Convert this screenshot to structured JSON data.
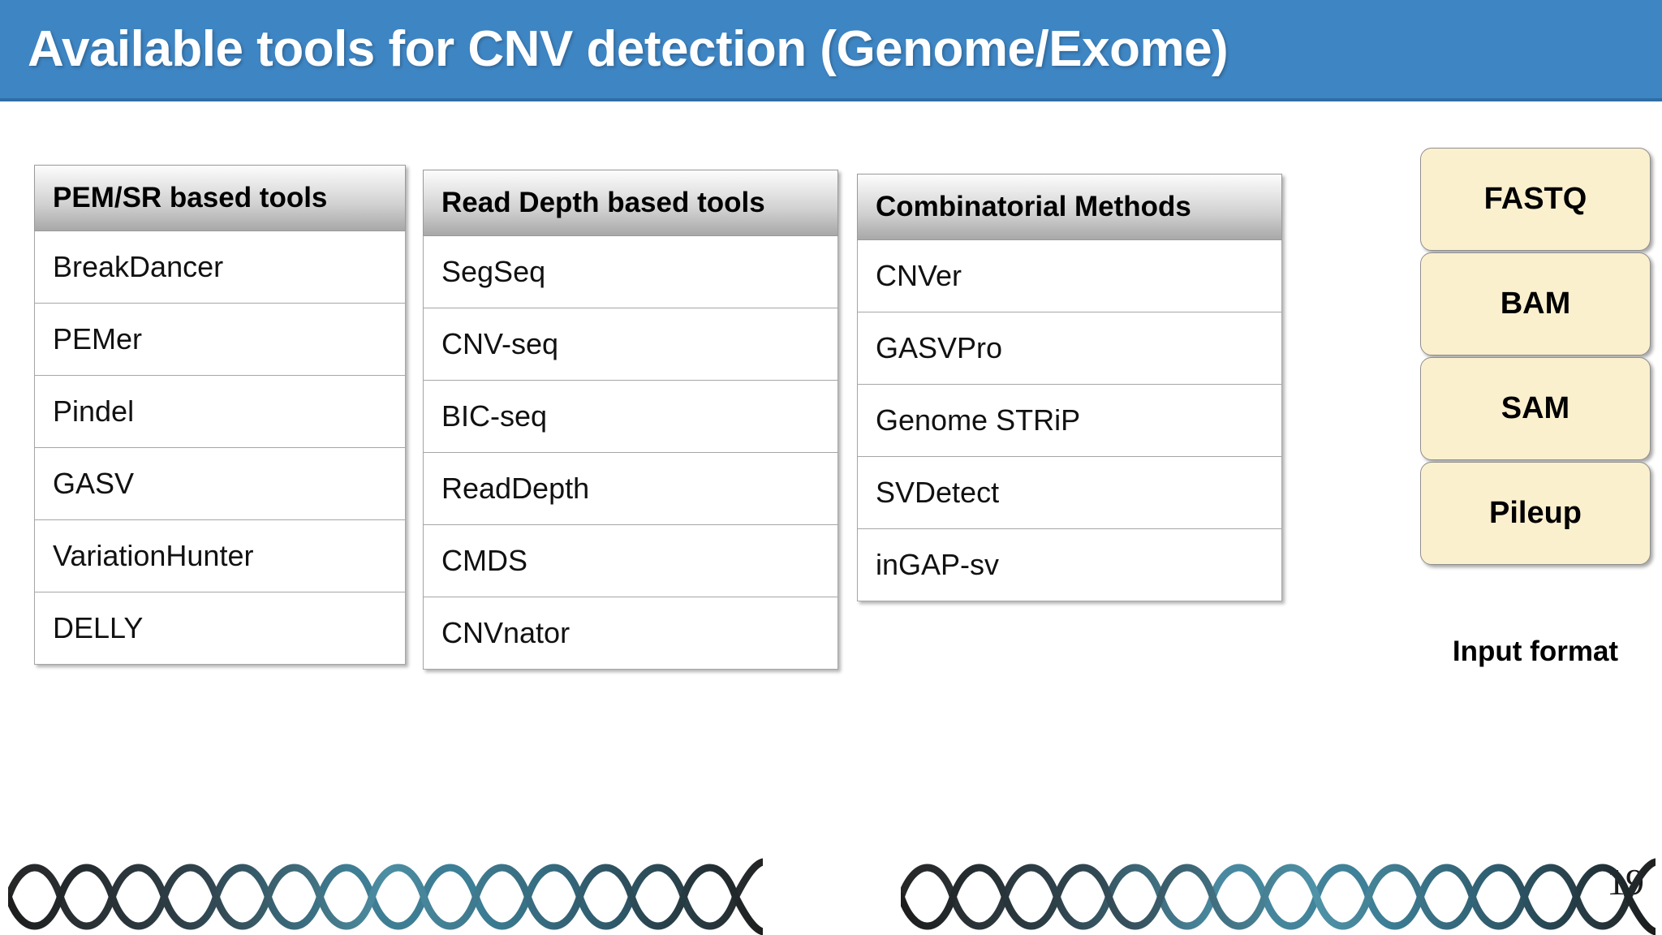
{
  "slide": {
    "title": "Available tools for CNV detection (Genome/Exome)",
    "page_number": "19",
    "theme": {
      "title_bar_color": "#3e85c3",
      "title_bar_edge_color": "#2f6ea5",
      "title_text_color": "#ffffff",
      "table_header_gradient_top": "#fdfdfd",
      "table_header_gradient_bottom": "#a8a8a8",
      "table_border_color": "#a6a6a6",
      "format_box_fill": "#fbf0ce",
      "format_box_border": "#8f8f8f",
      "dna_color_dark": "#2b2b2b",
      "dna_color_teal": "#3d7f96"
    }
  },
  "tables": [
    {
      "header": "PEM/SR based tools",
      "rows": [
        "BreakDancer",
        "PEMer",
        "Pindel",
        "GASV",
        "VariationHunter",
        "DELLY"
      ]
    },
    {
      "header": "Read Depth based tools",
      "rows": [
        "SegSeq",
        "CNV-seq",
        "BIC-seq",
        "ReadDepth",
        "CMDS",
        "CNVnator"
      ]
    },
    {
      "header": "Combinatorial Methods",
      "rows": [
        "CNVer",
        "GASVPro",
        "Genome STRiP",
        "SVDetect",
        "inGAP-sv"
      ]
    }
  ],
  "input_formats": {
    "label": "Input format",
    "items": [
      "FASTQ",
      "BAM",
      "SAM",
      "Pileup"
    ]
  },
  "decorations": {
    "dna_left": "dna-helix-image",
    "dna_right": "dna-helix-image"
  }
}
